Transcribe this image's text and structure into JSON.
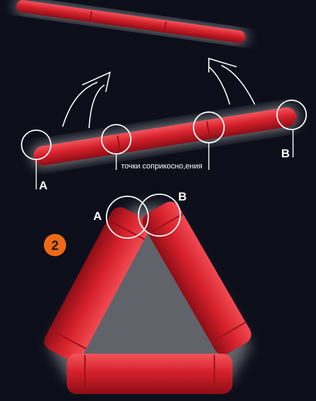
{
  "colors": {
    "background": "#0c0f1a",
    "stick": "#d6212c",
    "stick_dark": "#9c1019",
    "stick_light": "#f2545c",
    "glow": "#ffffff",
    "badge": "#ef6a16"
  },
  "labels": {
    "top_point_a": "A",
    "top_point_b": "B",
    "contact_points": "точки соприкосно,ения",
    "tri_point_a": "A",
    "tri_point_b": "B"
  },
  "badge": {
    "step_number": "2"
  },
  "icons": {
    "arrows": "curved-arrow-icon",
    "circles": "contact-circle-icon"
  }
}
